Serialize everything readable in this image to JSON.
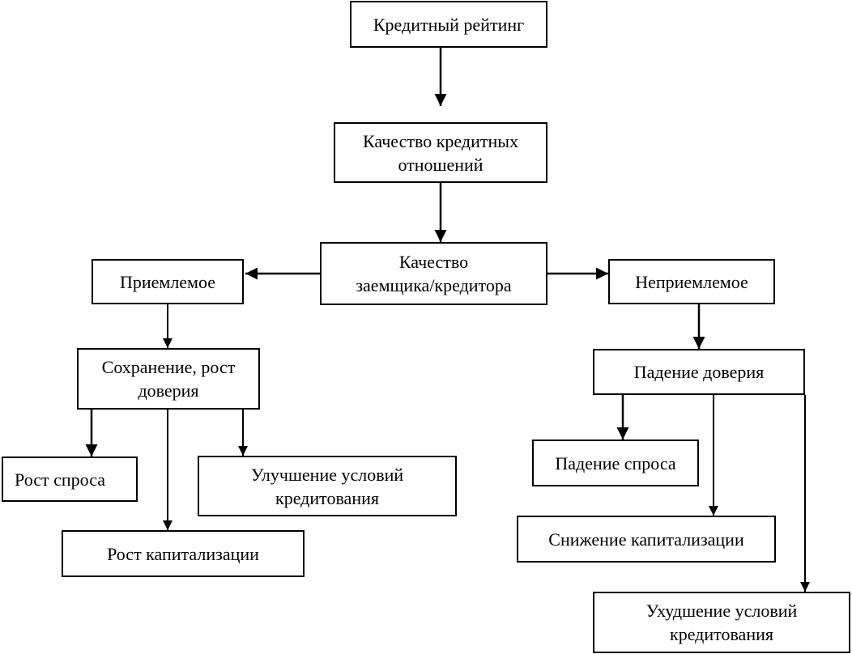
{
  "diagram": {
    "nodes": {
      "credit_rating": "Кредитный рейтинг",
      "relationship_quality": "Качество кредитных\nотношений",
      "borrower_quality": "Качество\nзаемщика/кредитора",
      "acceptable": "Приемлемое",
      "unacceptable": "Неприемлемое",
      "trust_growth": "Сохранение, рост\nдоверия",
      "trust_decline": "Падение доверия",
      "demand_growth": "Рост спроса",
      "terms_improvement": "Улучшение условий\nкредитования",
      "capitalization_growth": "Рост капитализации",
      "demand_decline": "Падение спроса",
      "capitalization_decline": "Снижение капитализации",
      "terms_worsening": "Ухудшение условий\nкредитования"
    },
    "colors": {
      "stroke": "#000000",
      "background": "#ffffff",
      "text": "#000000"
    }
  }
}
